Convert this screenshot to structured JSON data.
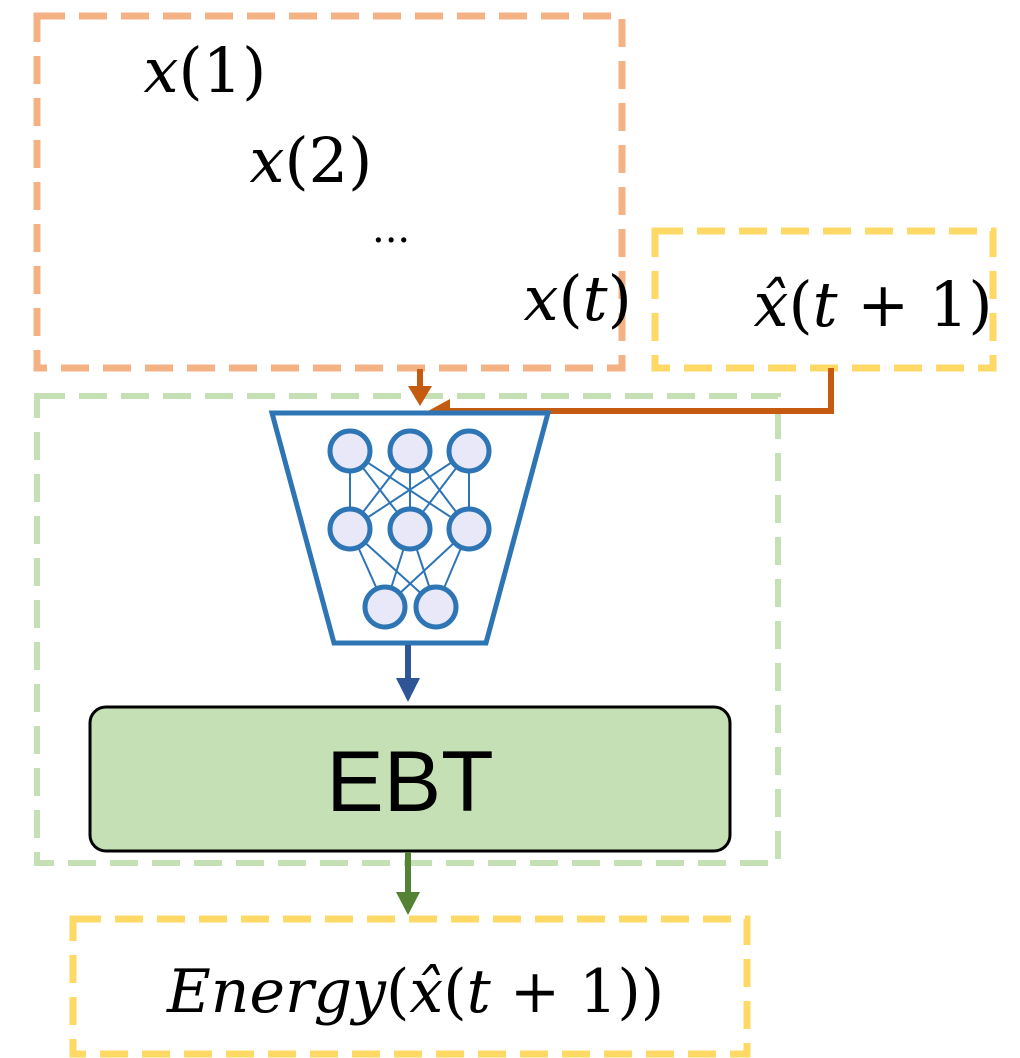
{
  "context": {
    "items": [
      {
        "var": "x",
        "open": "(",
        "arg": "1",
        "close": ")"
      },
      {
        "var": "x",
        "open": "(",
        "arg": "2",
        "close": ")"
      },
      {
        "var": "x",
        "open": "(",
        "arg": "t",
        "close": ")"
      }
    ],
    "ellipsis": "..."
  },
  "candidate": {
    "var": "x̂",
    "open": "(",
    "arg_var": "t",
    "arg_rest": " + 1",
    "close": ")"
  },
  "model": {
    "label": "EBT"
  },
  "output": {
    "func": "Energy",
    "open": "(",
    "var": "x̂",
    "open2": "(",
    "arg_var": "t",
    "arg_rest": " + 1",
    "close": "))"
  },
  "colors": {
    "context_border": "#f4b183",
    "candidate_border": "#ffd966",
    "output_border": "#ffd966",
    "model_region_border": "#c5e0b4",
    "network_stroke": "#2e75b6",
    "network_node_fill": "#e8e8f8",
    "ebt_fill": "#c5e0b4",
    "ebt_border": "#000000",
    "arrow_context": "#c55a11",
    "arrow_candidate": "#c55a11",
    "arrow_network": "#2f5597",
    "arrow_output": "#548235"
  },
  "icons": {
    "network": "neural-network-trapezoid-icon"
  }
}
